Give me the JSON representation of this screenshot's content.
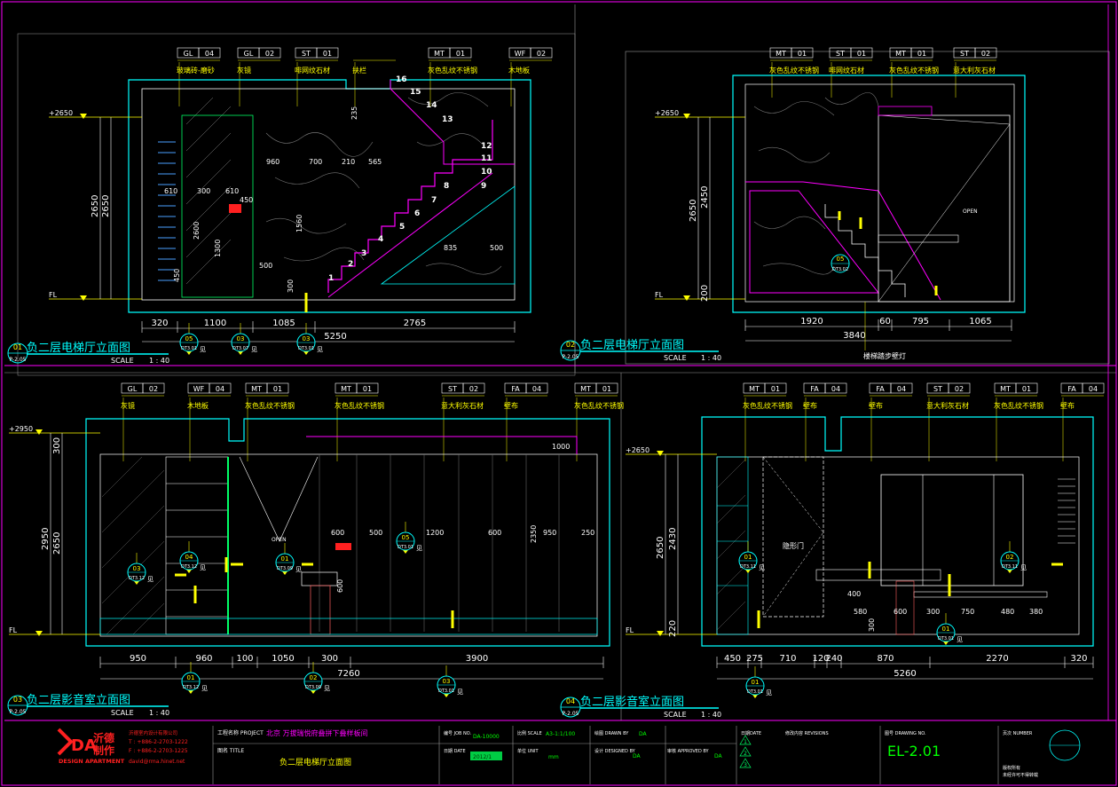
{
  "colors": {
    "cyan": "#00ffff",
    "yellow": "#ffff00",
    "magenta": "#ff00ff",
    "white": "#ffffff",
    "green": "#00ff66",
    "red": "#ff2020",
    "gray": "#9a9a9a",
    "blue": "#4aa0ff"
  },
  "panels": {
    "p1": {
      "callout_num": "01",
      "callout_ref": "P-2.05",
      "title": "负二层电梯厅立面图",
      "scale_label": "SCALE",
      "scale_value": "1 : 40",
      "tags": [
        {
          "code": "GL",
          "num": "04",
          "desc": "玻璃砖-磨砂"
        },
        {
          "code": "GL",
          "num": "02",
          "desc": "灰镜"
        },
        {
          "code": "ST",
          "num": "01",
          "desc": "啡网纹石材"
        },
        {
          "code": "",
          "num": "",
          "desc": "扶栏"
        },
        {
          "code": "MT",
          "num": "01",
          "desc": "灰色乱纹不锈钢"
        },
        {
          "code": "WF",
          "num": "02",
          "desc": "木地板"
        }
      ],
      "level_top": "+2650",
      "level_bottom": "FL",
      "vdims": [
        "2650",
        "2650"
      ],
      "inner_dims": [
        "960",
        "700",
        "210",
        "565",
        "610",
        "300",
        "610",
        "450",
        "2600",
        "1560",
        "1300",
        "500",
        "300",
        "450",
        "835",
        "500",
        "235"
      ],
      "step_numbers": [
        "1",
        "2",
        "3",
        "4",
        "5",
        "6",
        "7",
        "8",
        "9",
        "10",
        "11",
        "12",
        "13",
        "14",
        "15",
        "16"
      ],
      "hdims": [
        "320",
        "1100",
        "1085",
        "2765"
      ],
      "total": "5250",
      "detail_refs": [
        {
          "n": "05",
          "r": "DT3.01"
        },
        {
          "n": "03",
          "r": "DT3.07"
        },
        {
          "n": "03",
          "r": "DT3.01"
        }
      ],
      "ref_word": "见"
    },
    "p2": {
      "callout_num": "02",
      "callout_ref": "P-2.05",
      "title": "负二层电梯厅立面图",
      "scale_label": "SCALE",
      "scale_value": "1 : 40",
      "tags": [
        {
          "code": "MT",
          "num": "01",
          "desc": "灰色乱纹不锈钢"
        },
        {
          "code": "ST",
          "num": "01",
          "desc": "啡网纹石材"
        },
        {
          "code": "MT",
          "num": "01",
          "desc": "灰色乱纹不锈钢"
        },
        {
          "code": "ST",
          "num": "02",
          "desc": "意大利灰石材"
        }
      ],
      "level_top": "+2650",
      "level_bottom": "FL",
      "vdims": [
        "2650",
        "2450",
        "200"
      ],
      "hdims": [
        "1920",
        "60",
        "795",
        "1065"
      ],
      "total": "3840",
      "open_label": "OPEN",
      "detail_ref": {
        "n": "05",
        "r": "DT3.02"
      },
      "note": "楼梯踏步壁灯"
    },
    "p3": {
      "callout_num": "03",
      "callout_ref": "P-2.05",
      "title": "负二层影音室立面图",
      "scale_label": "SCALE",
      "scale_value": "1 : 40",
      "tags": [
        {
          "code": "GL",
          "num": "02",
          "desc": "灰镜"
        },
        {
          "code": "WF",
          "num": "04",
          "desc": "木地板"
        },
        {
          "code": "MT",
          "num": "01",
          "desc": "灰色乱纹不锈钢"
        },
        {
          "code": "MT",
          "num": "01",
          "desc": "灰色乱纹不锈钢"
        },
        {
          "code": "ST",
          "num": "02",
          "desc": "意大利灰石材"
        },
        {
          "code": "FA",
          "num": "04",
          "desc": "壁布"
        },
        {
          "code": "MT",
          "num": "01",
          "desc": "灰色乱纹不锈钢"
        }
      ],
      "level_top": "+2950",
      "level_bottom": "FL",
      "vdims": [
        "300",
        "2950",
        "2650"
      ],
      "inner_dims": [
        "600",
        "500",
        "1200",
        "600",
        "2350",
        "950",
        "250",
        "1000",
        "600"
      ],
      "hdims": [
        "950",
        "960",
        "100",
        "1050",
        "300",
        "3900"
      ],
      "total": "7260",
      "open_label": "OPEN",
      "detail_refs": [
        {
          "n": "03",
          "r": "DT3.12"
        },
        {
          "n": "04",
          "r": "DT3.12"
        },
        {
          "n": "01",
          "r": "DT3.09"
        },
        {
          "n": "05",
          "r": "DT3.01"
        },
        {
          "n": "01",
          "r": "DT3.12"
        },
        {
          "n": "02",
          "r": "DT3.09"
        },
        {
          "n": "03",
          "r": "DT3.01"
        }
      ],
      "ref_word": "见"
    },
    "p4": {
      "callout_num": "04",
      "callout_ref": "P-2.05",
      "title": "负二层影音室立面图",
      "scale_label": "SCALE",
      "scale_value": "1 : 40",
      "tags": [
        {
          "code": "MT",
          "num": "01",
          "desc": "灰色乱纹不锈钢"
        },
        {
          "code": "FA",
          "num": "04",
          "desc": "壁布"
        },
        {
          "code": "FA",
          "num": "04",
          "desc": "壁布"
        },
        {
          "code": "ST",
          "num": "02",
          "desc": "意大利灰石材"
        },
        {
          "code": "MT",
          "num": "01",
          "desc": "灰色乱纹不锈钢"
        },
        {
          "code": "FA",
          "num": "04",
          "desc": "壁布"
        }
      ],
      "level_top": "+2650",
      "level_bottom": "FL",
      "vdims": [
        "2650",
        "2430",
        "220"
      ],
      "inner_dims": [
        "400",
        "580",
        "600",
        "300",
        "750",
        "480",
        "380",
        "300"
      ],
      "door_label": "隐形门",
      "hdims": [
        "450",
        "275",
        "710",
        "120",
        "240",
        "870",
        "2270",
        "320"
      ],
      "total": "5260",
      "detail_refs": [
        {
          "n": "01",
          "r": "DT3.11"
        },
        {
          "n": "02",
          "r": "DT3.11"
        },
        {
          "n": "01",
          "r": "DT3.01"
        },
        {
          "n": "01",
          "r": "DT3.01"
        }
      ],
      "ref_word": "见"
    }
  },
  "title_block": {
    "logo_big": "DA",
    "logo_cn": "沂德",
    "logo_cn2": "制作",
    "company": "DESIGN APARTMENT",
    "company_cn": "沂德室内设计有限公司",
    "phone": "T : +886-2-2703-1222",
    "fax": "F : +886-2-2703-1225",
    "email": "david@rma.hinet.net",
    "project_label": "工程名称 PROJECT",
    "project_value": "北京 万拔瑞悦府叠拼下叠样板间",
    "sheet_title_label": "图名 TITLE",
    "sheet_title_value": "负二层电梯厅立面图",
    "job_label": "编号 JOB NO.",
    "job_value": "DA-10000",
    "date_label": "日期 DATE",
    "date_value": "2012/1",
    "scale_label": "比例 SCALE",
    "scale_value": "A3-1:1/100",
    "unit_label": "单位 UNIT",
    "unit_value": "mm",
    "drawn_label": "绘图 DRAWN BY",
    "drawn_value": "DA",
    "designed_label": "设计 DESIGNED BY",
    "designed_value": "DA",
    "approved_label": "审核 APPROVED BY",
    "approved_value": "DA",
    "rev_label": "修改内容 REVISIONS",
    "rev_date": "日期DATE",
    "rev_marks": [
      "1",
      "2",
      "3"
    ],
    "dwg_label": "图号 DRAWING NO.",
    "dwg_value": "EL-2.01",
    "page_label": "页次 NUMBER",
    "page_note1": "版权所有",
    "page_note2": "未经许可不得转载"
  }
}
